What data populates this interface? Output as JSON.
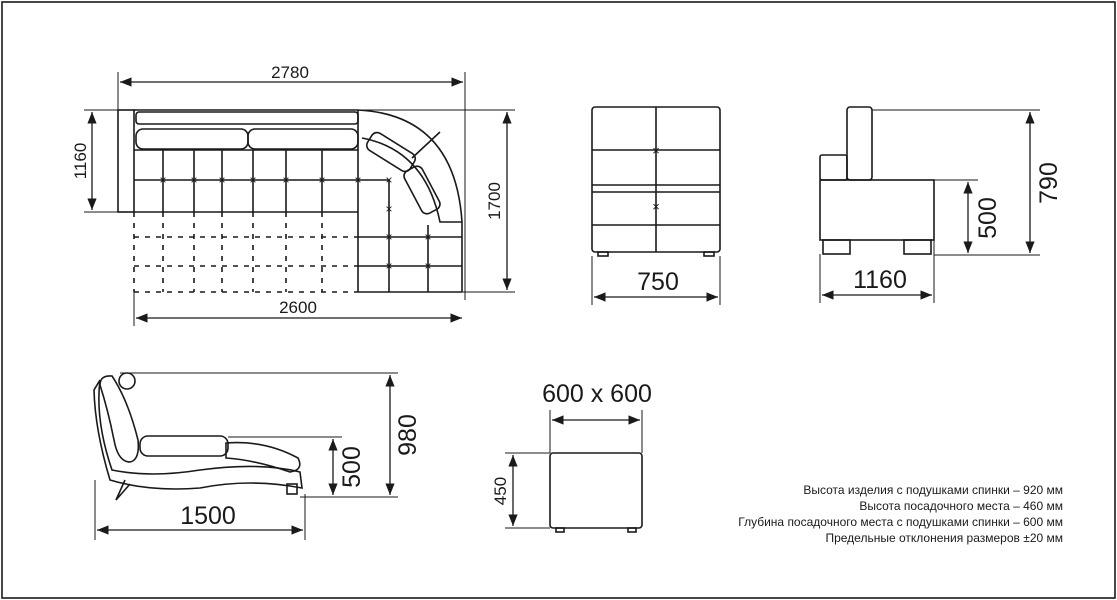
{
  "top_view": {
    "width_total": "2780",
    "depth_left": "1160",
    "depth_right": "1700",
    "width_bottom": "2600"
  },
  "front_view": {
    "width": "750"
  },
  "side_view": {
    "depth": "1160",
    "seat_height": "500",
    "height": "790"
  },
  "recliner": {
    "length": "1500",
    "seat_height": "500",
    "height": "980"
  },
  "pouf": {
    "size": "600 x 600",
    "height": "450"
  },
  "notes": [
    "Высота изделия с подушками спинки – 920 мм",
    "Высота посадочного места  – 460 мм",
    "Глубина посадочного места с подушками спинки – 600 мм",
    "Предельные отклонения размеров ±20 мм"
  ]
}
